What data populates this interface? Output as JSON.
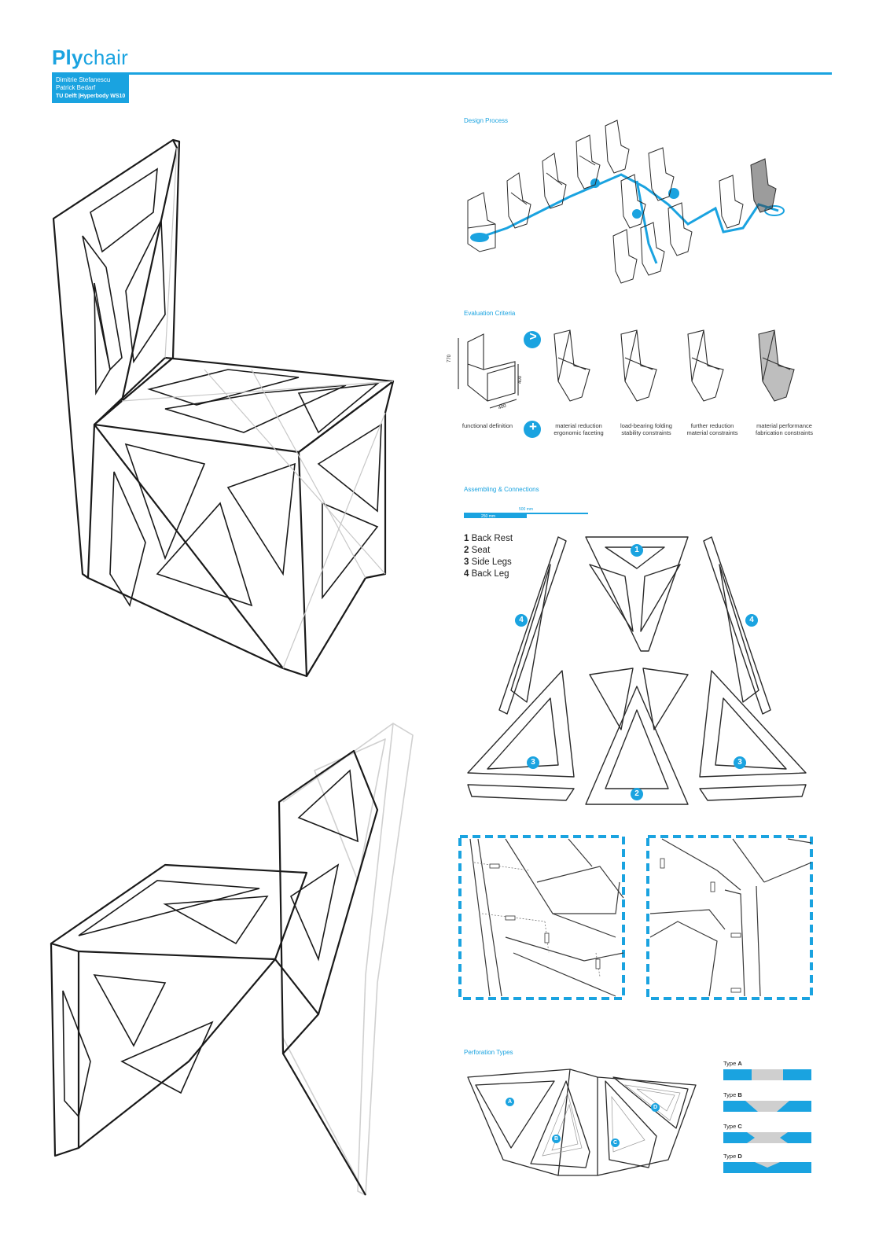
{
  "header": {
    "title_bold": "Ply",
    "title_light": "chair",
    "authors": [
      "Dimitrie Stefanescu",
      "Patrick Bedarf"
    ],
    "institution": "TU Delft |Hyperbody WS10"
  },
  "sections": {
    "design_process": "Design Process",
    "evaluation": "Evaluation Criteria",
    "assembling": "Assembling & Connections",
    "perforation": "Perforation Types"
  },
  "evaluation": {
    "dims": {
      "height": "770",
      "seat_height": "400",
      "depth": "400"
    },
    "captions": [
      [
        "functional definition"
      ],
      [
        "material reduction",
        "ergonomic faceting"
      ],
      [
        "load-bearing folding",
        "stability constraints"
      ],
      [
        "further reduction",
        "material constraints"
      ],
      [
        "material performance",
        "fabrication constraints"
      ]
    ],
    "arrow_symbol": ">",
    "plus_symbol": "+"
  },
  "assembling": {
    "scale_long": "500 mm",
    "scale_short": "250 mm",
    "legend": [
      {
        "num": "1",
        "label": "Back Rest"
      },
      {
        "num": "2",
        "label": "Seat"
      },
      {
        "num": "3",
        "label": "Side Legs"
      },
      {
        "num": "4",
        "label": "Back Leg"
      }
    ],
    "badges": [
      "1",
      "2",
      "3",
      "3",
      "4",
      "4"
    ]
  },
  "perforation": {
    "zones": [
      "A",
      "B",
      "C",
      "D"
    ],
    "types": [
      {
        "word": "Type",
        "letter": "A"
      },
      {
        "word": "Type",
        "letter": "B"
      },
      {
        "word": "Type",
        "letter": "C"
      },
      {
        "word": "Type",
        "letter": "D"
      }
    ]
  },
  "colors": {
    "accent": "#1aa3e0",
    "line": "#1a1a1a",
    "faint": "#bbbbbb"
  }
}
